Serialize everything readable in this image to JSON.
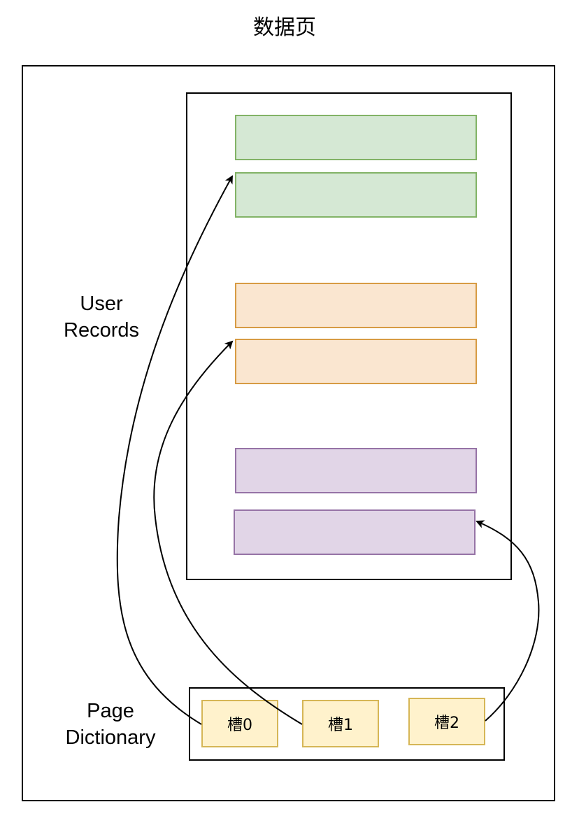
{
  "title": "数据页",
  "labels": {
    "user_records_line1": "User",
    "user_records_line2": "Records",
    "page_dictionary_line1": "Page",
    "page_dictionary_line2": "Dictionary"
  },
  "slots": [
    "槽0",
    "槽1",
    "槽2"
  ],
  "colors": {
    "green_fill": "#d5e8d4",
    "green_stroke": "#82b366",
    "orange_fill": "#fae6d0",
    "orange_stroke": "#d79b43",
    "purple_fill": "#e1d5e7",
    "purple_stroke": "#9673a6",
    "slot_fill": "#fff2cc",
    "slot_stroke": "#d6b656"
  }
}
